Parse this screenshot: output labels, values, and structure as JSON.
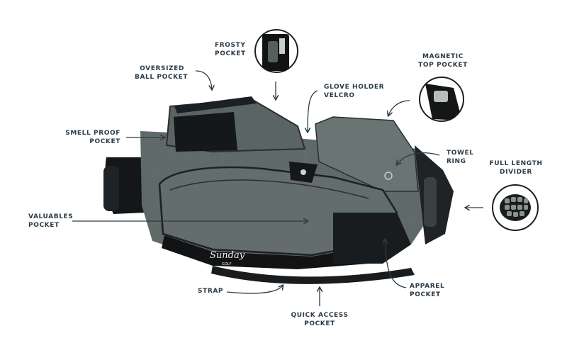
{
  "callouts": {
    "frosty_pocket": [
      "FROSTY",
      "POCKET"
    ],
    "oversized_ball_pocket": [
      "OVERSIZED",
      "BALL POCKET"
    ],
    "magnetic_top_pocket": [
      "MAGNETIC",
      "TOP POCKET"
    ],
    "glove_holder_velcro": [
      "GLOVE HOLDER",
      "VELCRO"
    ],
    "smell_proof_pocket": [
      "SMELL PROOF",
      "POCKET"
    ],
    "towel_ring": [
      "TOWEL",
      "RING"
    ],
    "full_length_divider": [
      "FULL LENGTH",
      "DIVIDER"
    ],
    "valuables_pocket": [
      "VALUABLES",
      "POCKET"
    ],
    "strap": [
      "STRAP"
    ],
    "apparel_pocket": [
      "APPAREL",
      "POCKET"
    ],
    "quick_access_pocket": [
      "QUICK ACCESS",
      "POCKET"
    ]
  },
  "brand": {
    "logo": "Sunday",
    "sub": "GOLF"
  },
  "colors": {
    "label": "#2b3a45",
    "arrow": "#2b3a45",
    "bag_body": "#5c6664",
    "bag_dark": "#1c1f21",
    "trim": "#111314"
  }
}
